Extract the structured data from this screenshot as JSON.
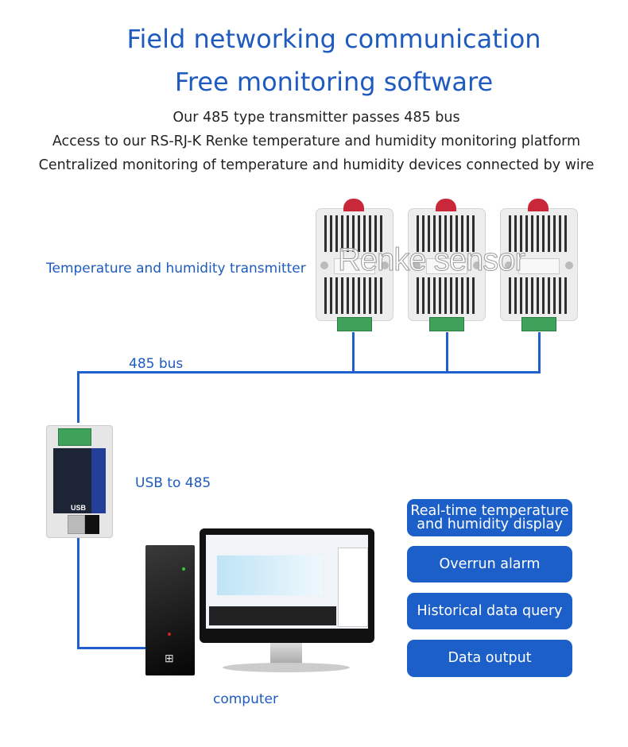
{
  "header": {
    "title_line1": "Field networking communication",
    "title_line2": "Free monitoring software",
    "description": [
      "Our 485 type transmitter passes 485 bus",
      "Access to our RS-RJ-K Renke temperature and humidity monitoring platform",
      "Centralized monitoring of temperature and humidity devices connected by wire"
    ]
  },
  "diagram": {
    "transmitter_label": "Temperature and humidity transmitter",
    "bus_label": "485 bus",
    "converter_label": "USB to 485",
    "computer_label": "computer",
    "watermark": "Renke sensor",
    "converter_text": "USB",
    "wire_color": "#1f5fd0"
  },
  "features": [
    "Real-time temperature and humidity display",
    "Overrun alarm",
    "Historical data query",
    "Data output"
  ],
  "colors": {
    "accent": "#1f5bbf",
    "button": "#1d5fc9"
  }
}
